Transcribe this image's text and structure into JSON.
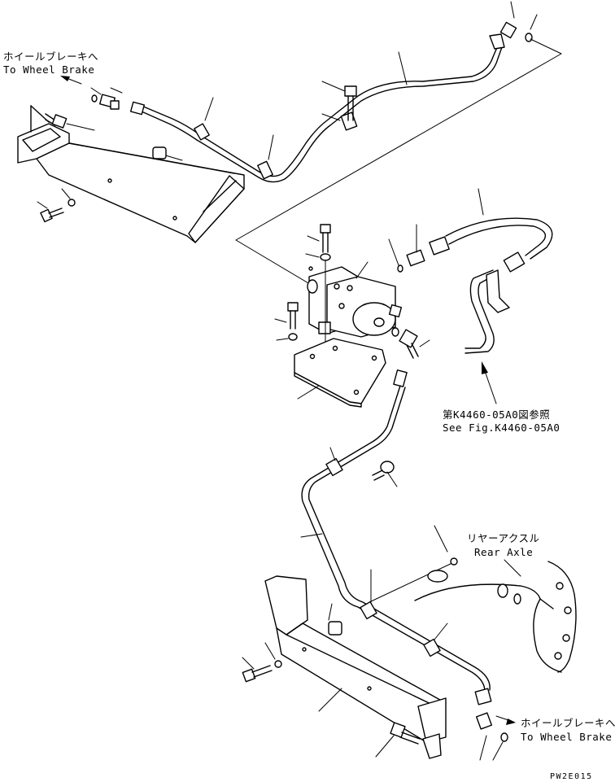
{
  "labels": {
    "wheel_brake_top": {
      "jp": "ホイールブレーキへ",
      "en": "To Wheel Brake"
    },
    "fig_ref": {
      "jp": "第K4460-05A0図参照",
      "en": "See Fig.K4460-05A0"
    },
    "rear_axle": {
      "jp": "リヤーアクスル",
      "en": "Rear Axle"
    },
    "wheel_brake_bottom": {
      "jp": "ホイールブレーキへ",
      "en": "To Wheel Brake"
    }
  },
  "drawing_code": "PW2E015",
  "colors": {
    "line": "#000000",
    "background": "#ffffff"
  }
}
